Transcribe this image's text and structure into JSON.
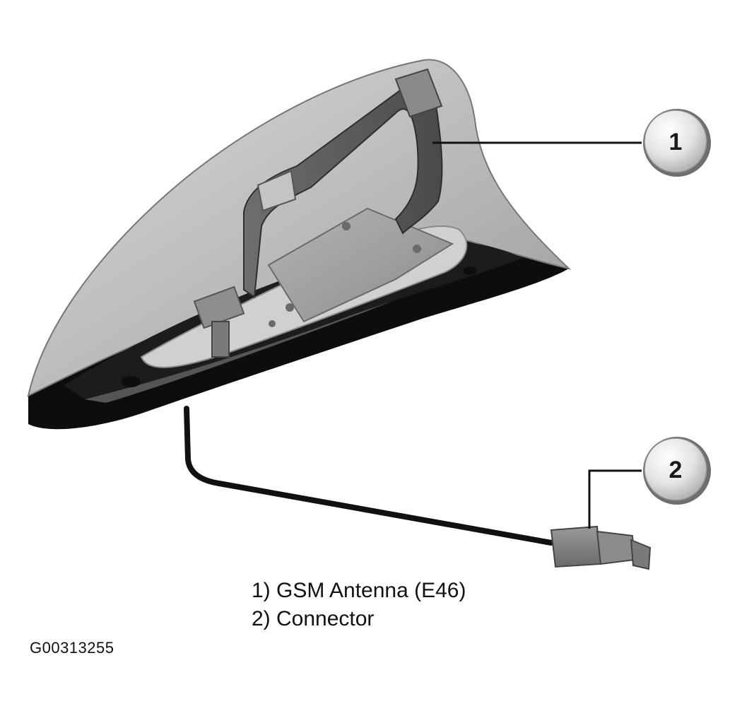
{
  "callouts": [
    {
      "number": "1",
      "label": "1) GSM Antenna (E46)"
    },
    {
      "number": "2",
      "label": "2) Connector"
    }
  ],
  "figure_id": "G00313255",
  "icons": {
    "antenna": "shark-fin-antenna-illustration",
    "connector": "cable-connector-illustration"
  }
}
